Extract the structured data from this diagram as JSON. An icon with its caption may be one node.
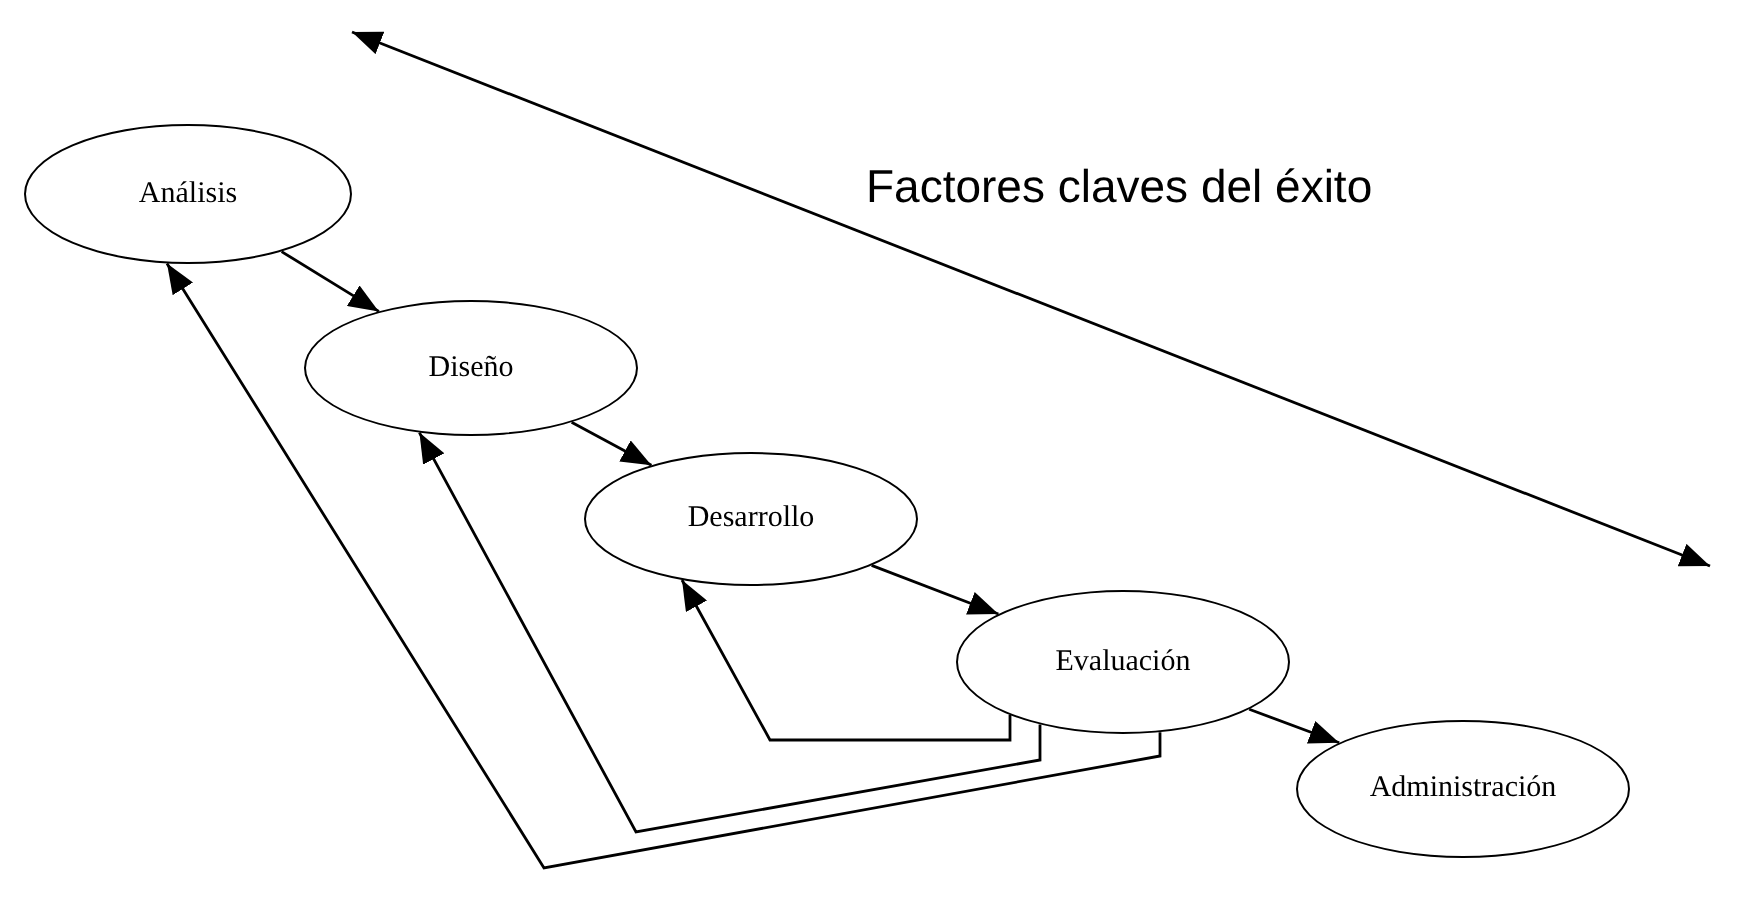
{
  "diagram": {
    "nodes": [
      {
        "text": [
          "Análisis"
        ]
      },
      {
        "text": [
          "Diseño"
        ]
      },
      {
        "text": [
          "Desarrollo"
        ]
      },
      {
        "text": [
          "Evaluación"
        ]
      },
      {
        "text": [
          "Administración"
        ]
      }
    ],
    "edges": [
      {
        "from": 0,
        "to": 1,
        "arrow": "to"
      },
      {
        "from": 1,
        "to": 2,
        "arrow": "to"
      },
      {
        "from": 2,
        "to": 3,
        "arrow": "to"
      },
      {
        "from": 3,
        "to": 4,
        "arrow": "to"
      },
      {
        "from": 3,
        "to": 2,
        "arrow": "to"
      },
      {
        "from": 3,
        "to": 1,
        "arrow": "to"
      },
      {
        "from": 3,
        "to": 0,
        "arrow": "to"
      }
    ],
    "labels": [
      "Factores claves del éxito"
    ]
  }
}
